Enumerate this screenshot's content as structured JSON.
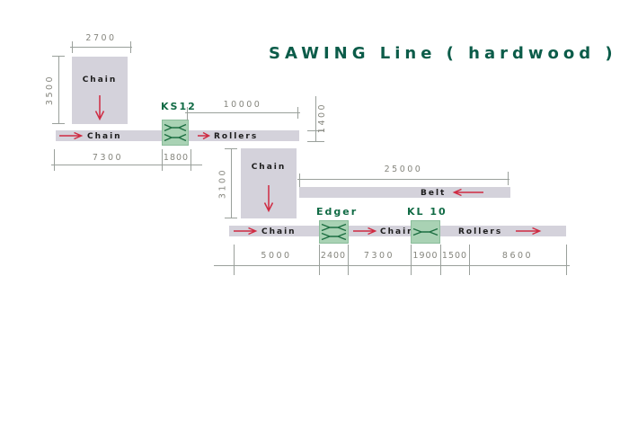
{
  "title": "SAWING Line ( hardwood )",
  "colors": {
    "title_green": "#0b5c49",
    "machine_label_green": "#116b45",
    "machine_fill": "#a9d2b4",
    "conveyor_gray": "#d4d2db",
    "dimension_text_gray": "#85857d",
    "flow_arrow_red": "#cf2b42"
  },
  "line1": {
    "infeed": {
      "label": "Chain",
      "width_dim": "2700",
      "length_dim": "3500"
    },
    "chain_conveyor": {
      "label": "Chain",
      "length_dim": "7300"
    },
    "machine": {
      "name": "KS12",
      "length_dim": "1800"
    },
    "rollers_conveyor": {
      "label": "Rollers",
      "length_dim": "10000",
      "width_dim": "1400"
    }
  },
  "line2": {
    "infeed": {
      "label": "Chain",
      "length_dim": "3100"
    },
    "belt_conveyor": {
      "label": "Belt",
      "length_dim": "25000"
    },
    "chain_conveyor_1": {
      "label": "Chain",
      "length_dim": "5000"
    },
    "edger": {
      "name": "Edger",
      "length_dim": "2400"
    },
    "chain_conveyor_2": {
      "label": "Chain",
      "length_dim": "7300"
    },
    "kl10": {
      "name": "KL 10",
      "length_dim": "1900"
    },
    "gap_dim": "1500",
    "rollers_conveyor": {
      "label": "Rollers",
      "length_dim": "8600"
    }
  }
}
